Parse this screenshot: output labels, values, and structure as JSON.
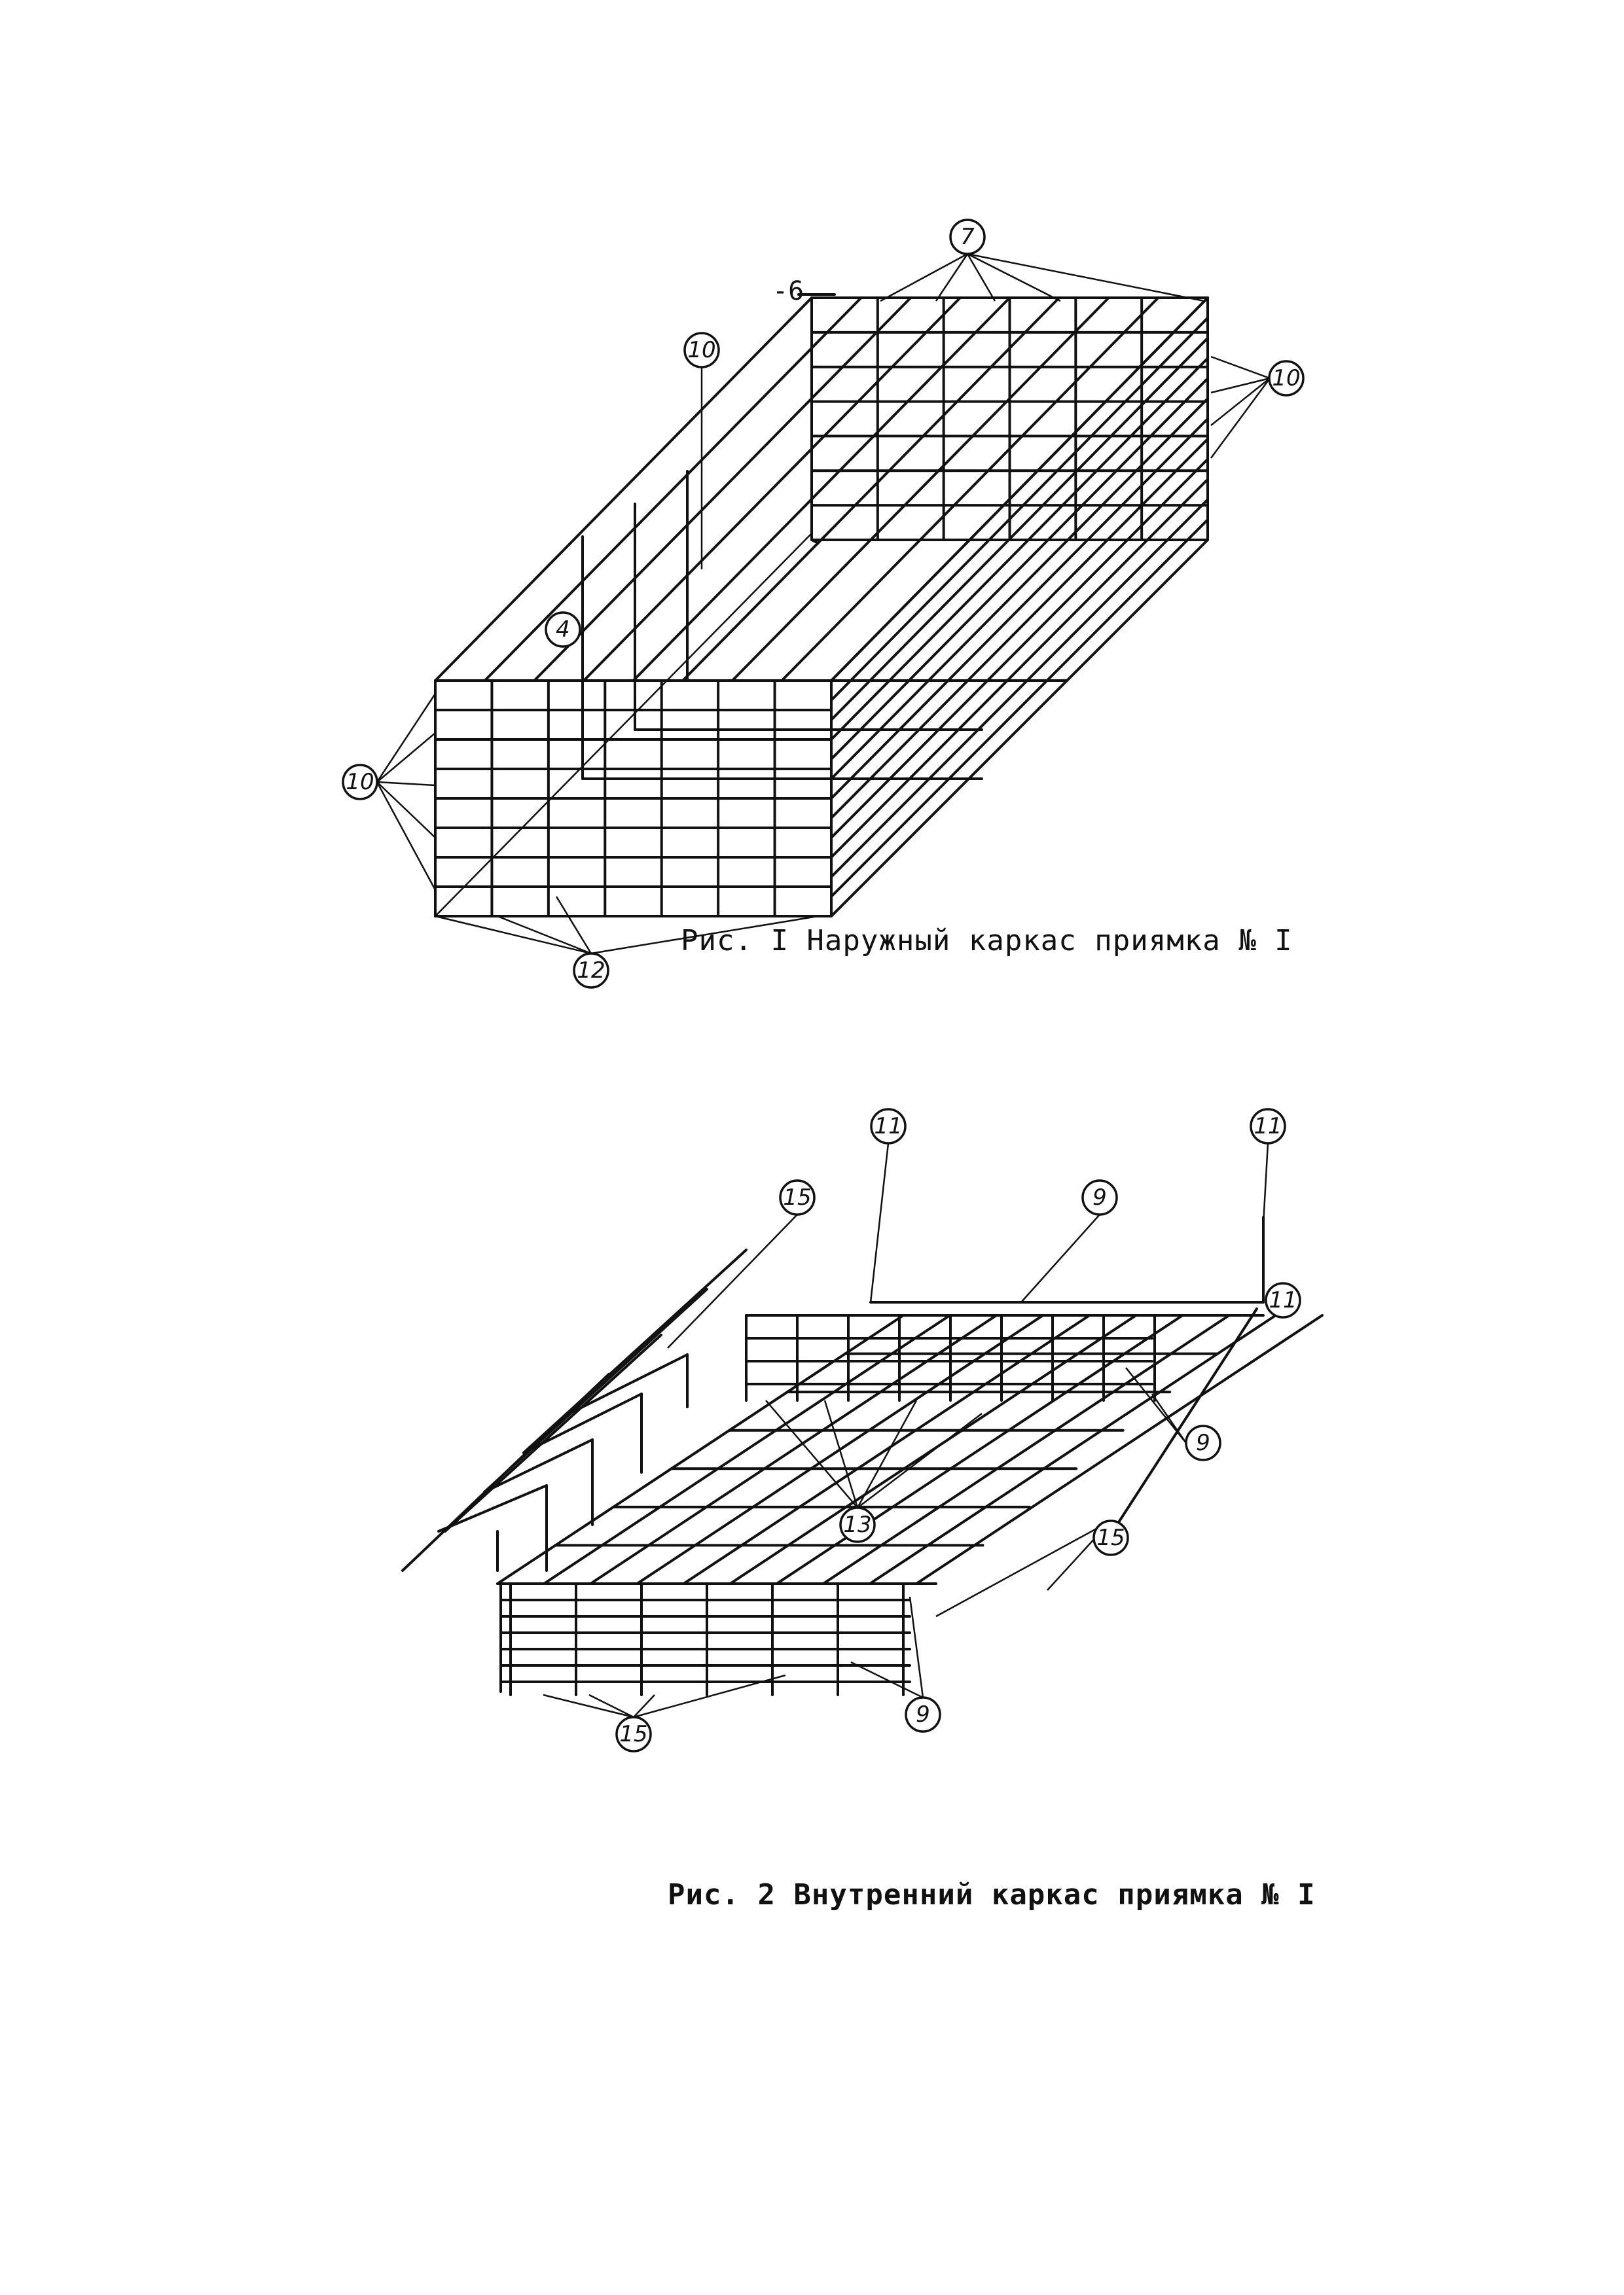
{
  "figure1": {
    "caption": "Рис. I Наружный каркас приямка № I",
    "level_mark": "-6",
    "callouts": [
      "7",
      "10",
      "10",
      "10",
      "4",
      "12"
    ]
  },
  "figure2": {
    "caption": "Рис. 2 Внутренний каркас приямка № I",
    "callouts": [
      "15",
      "11",
      "9",
      "11",
      "11",
      "9",
      "13",
      "15",
      "9",
      "15"
    ]
  }
}
